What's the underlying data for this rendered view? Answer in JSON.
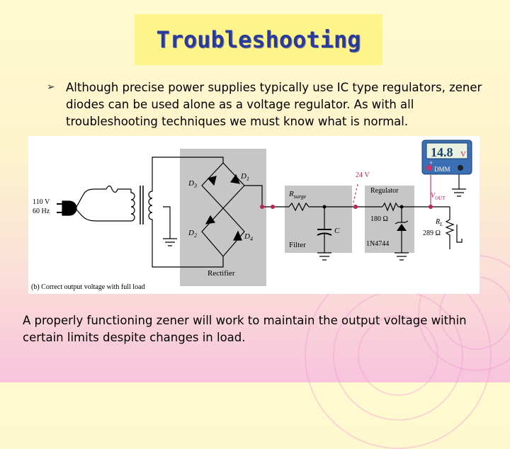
{
  "title": "Troubleshooting",
  "bullet": "Although precise power supplies typically use IC type regulators, zener diodes can be used alone as a voltage regulator. As with all troubleshooting techniques we must know what is normal.",
  "figure": {
    "source_line1": "110 V",
    "source_line2": "60 Hz",
    "d3": "D",
    "d3_sub": "3",
    "d1": "D",
    "d1_sub": "1",
    "d2": "D",
    "d2_sub": "2",
    "d4": "D",
    "d4_sub": "4",
    "rectifier": "Rectifier",
    "rsurge": "R",
    "rsurge_sub": "surge",
    "cap": "C",
    "filter": "Filter",
    "voltage": "24 V",
    "regulator": "Regulator",
    "r_reg": "180 Ω",
    "zener": "1N4744",
    "dmm_reading": "14.8",
    "dmm_unit": "V",
    "dmm_label": "DMM",
    "dmm_plus": "+",
    "vout": "V",
    "vout_sub": "OUT",
    "rl": "R",
    "rl_sub": "L",
    "rl_value": "289 Ω",
    "caption": "(b) Correct output voltage with full load"
  },
  "bottom": "A properly functioning zener will work to maintain the output voltage within certain limits despite changes in load."
}
